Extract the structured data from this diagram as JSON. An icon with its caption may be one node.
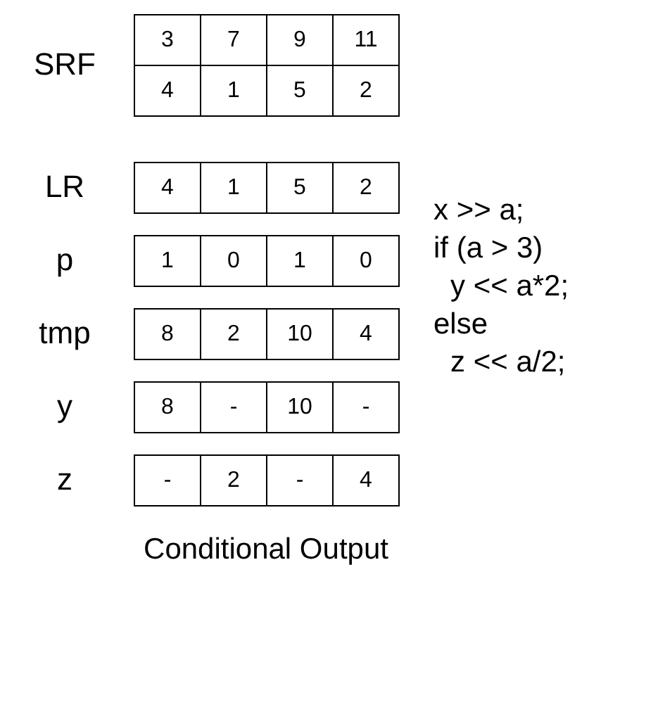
{
  "diagram": {
    "caption": "Conditional Output",
    "labels": [
      "SRF",
      "3",
      "7",
      "9",
      "11",
      "4",
      "1",
      "5",
      "2",
      "LR",
      "4",
      "1",
      "5",
      "2",
      "p",
      "1",
      "0",
      "1",
      "0",
      "tmp",
      "8",
      "2",
      "10",
      "4",
      "y",
      "8",
      "-",
      "10",
      "-",
      "z",
      "-",
      "2",
      "-",
      "4",
      "x >> a;",
      "if (a > 3)",
      "y << a*2;",
      "else",
      "z << a/2;"
    ]
  }
}
